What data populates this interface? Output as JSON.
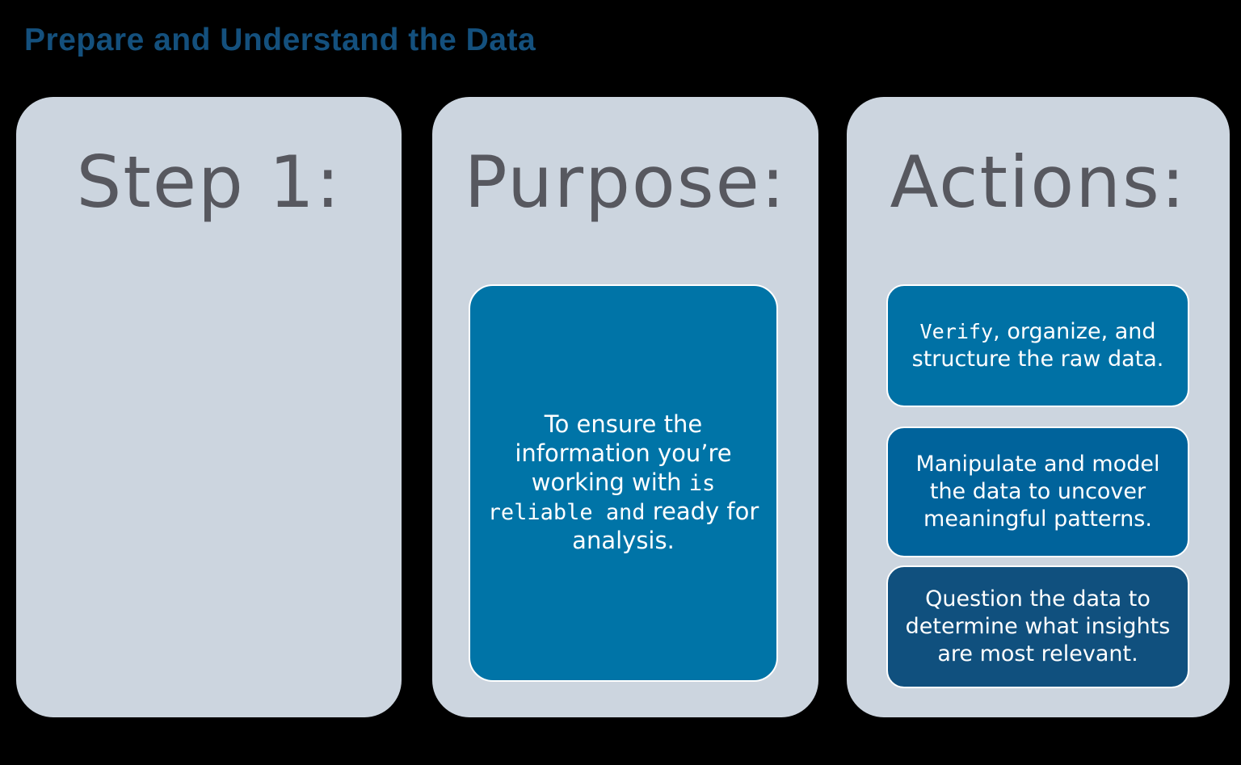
{
  "title": {
    "text": "Prepare and Understand the Data",
    "color": "#14507D"
  },
  "colors": {
    "background": "#000000",
    "card_bg": "#CCD5DF",
    "heading_text": "#57585F",
    "box_text": "#FFFFFF",
    "box_border": "#FFFFFF"
  },
  "cards": [
    {
      "heading": "Step 1:"
    },
    {
      "heading": "Purpose:",
      "box": {
        "bg": "#0074A7",
        "segments": [
          {
            "text": "To ensure the information you’re working with ",
            "mono": false
          },
          {
            "text": "is reliable and",
            "mono": true
          },
          {
            "text": " ready for analysis.",
            "mono": false
          }
        ]
      }
    },
    {
      "heading": "Actions:",
      "boxes": [
        {
          "bg": "#0071A5",
          "segments": [
            {
              "text": "Verify",
              "mono": true
            },
            {
              "text": ", organize, and structure the raw data.",
              "mono": false
            }
          ]
        },
        {
          "bg": "#00639B",
          "segments": [
            {
              "text": "Manipulate and model the data to uncover meaningful patterns.",
              "mono": false
            }
          ]
        },
        {
          "bg": "#10507E",
          "segments": [
            {
              "text": "Question the data to determine what insights are most relevant.",
              "mono": false
            }
          ]
        }
      ]
    }
  ]
}
